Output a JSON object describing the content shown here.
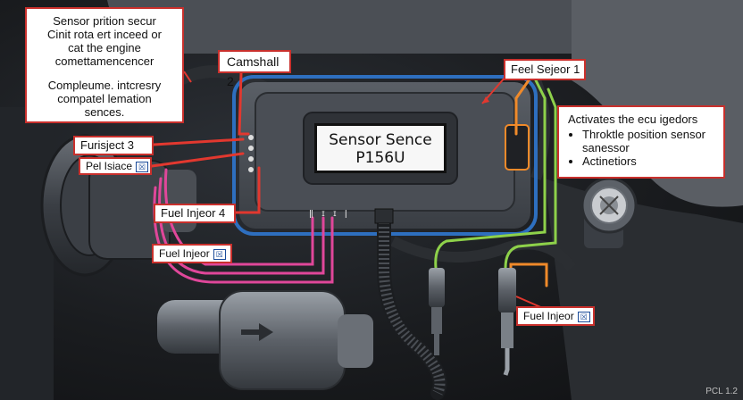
{
  "callout_top": {
    "line1": "Sensor prition secur",
    "line2": "Cinit rota ert inceed or",
    "line3": "cat the engine",
    "line4": "comettamencencer",
    "line5": "Compleume. intcresry",
    "line6": "compatel lemation",
    "line7": "sences."
  },
  "labels": {
    "camshaft": "Camshall 2",
    "fuel_sejeor_1": "Feel Sejeor 1",
    "furisject_3": "Furisject 3",
    "pel_isiace": "Pel Isiace",
    "fuel_injector_4": "Fuel Injeor 4",
    "fuel_injector_low": "Fuel Injeor",
    "fuel_injector_right": "Fuel Injeor"
  },
  "badge": "☒",
  "ecu_display": {
    "line1": "Sensor Sence",
    "line2": "P156U"
  },
  "ecu_pins": "ǁ ɪ ɪ ǀ",
  "callout_right": {
    "heading": "Activates the ecu igedors",
    "items": [
      "Throktle position sensor sanessor",
      "Actinetiors"
    ]
  },
  "corner_text": "PCL 1.2",
  "colors": {
    "callout_border": "#c9302c",
    "wire_red": "#e2382f",
    "wire_pink": "#e0479a",
    "wire_green": "#8ed14a",
    "wire_orange": "#f08a2a",
    "ecu_outline": "#2e6fbf"
  }
}
